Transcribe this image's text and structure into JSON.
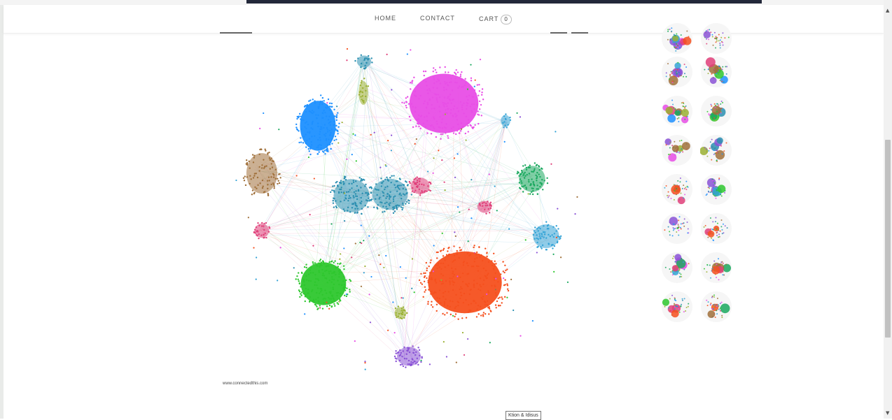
{
  "nav": {
    "home": "HOME",
    "contact": "CONTACT",
    "cart": "CART",
    "cart_count": "0"
  },
  "figure": {
    "caption": "www.connectedthis.com",
    "colors": {
      "magenta": "#e84ee6",
      "orange": "#f5501e",
      "green": "#2ec72e",
      "blue": "#1e90ff",
      "teal": "#2a8fb0",
      "brown": "#a0703a",
      "emerald": "#1aa85e",
      "cyan": "#34a3d6",
      "pink": "#e0407a",
      "purple": "#8a52d6",
      "olive": "#9ab032"
    }
  },
  "thumbnails_count": 16,
  "footer": {
    "button_label": "Ktion & Idisus"
  },
  "scrollbar": {
    "up_icon": "chevron-up-icon",
    "down_icon": "chevron-down-icon"
  }
}
